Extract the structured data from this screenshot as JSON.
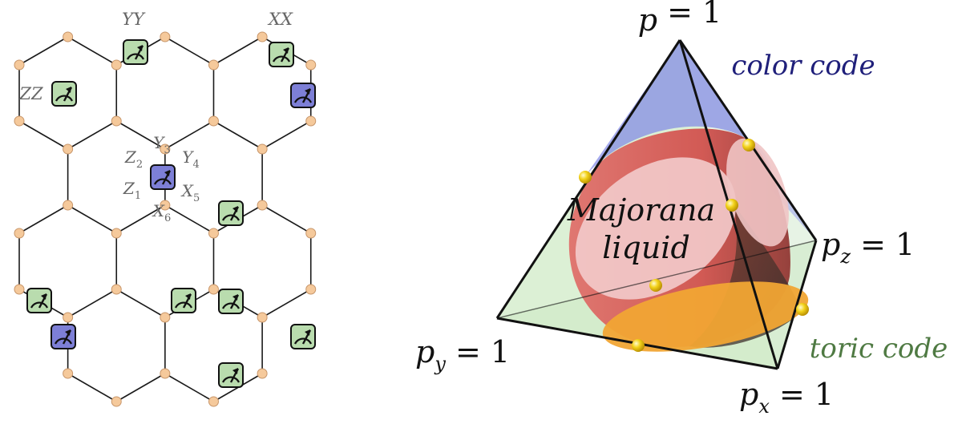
{
  "lattice": {
    "labels": {
      "yy": "YY",
      "xx": "XX",
      "zz": "ZZ",
      "plaquette": {
        "z2": [
          "Z",
          "2"
        ],
        "y3": [
          "Y",
          "3"
        ],
        "y4": [
          "Y",
          "4"
        ],
        "z1": [
          "Z",
          "1"
        ],
        "x5": [
          "X",
          "5"
        ],
        "x6": [
          "X",
          "6"
        ]
      }
    },
    "colors": {
      "edge": "#1a1a1a",
      "vertex_fill": "#f5c99b",
      "vertex_stroke": "#c8966a",
      "two_qubit_meter": "#b9dcae",
      "plaquette_meter": "#7d7fd6",
      "label": "#666666"
    }
  },
  "tetrahedron": {
    "vertex_labels": {
      "top": {
        "var": "p",
        "sub": "",
        "eq": " = 1"
      },
      "right": {
        "var": "p",
        "sub": "z",
        "eq": " = 1"
      },
      "left": {
        "var": "p",
        "sub": "y",
        "eq": " = 1"
      },
      "bottom": {
        "var": "p",
        "sub": "x",
        "eq": " = 1"
      }
    },
    "region_labels": {
      "color_code": "color code",
      "toric_code": "toric code",
      "majorana_line1": "Majorana",
      "majorana_line2": "liquid"
    },
    "colors": {
      "color_code_text": "#1f1f7a",
      "toric_code_text": "#4f7a43",
      "blue_face": "#7f86e6",
      "green_face": "#bfe3b3",
      "red_region": "#d9534f",
      "pink_disc": "#f2c9c9",
      "orange_disc": "#f1a534",
      "marker": "#f3d21a"
    }
  }
}
